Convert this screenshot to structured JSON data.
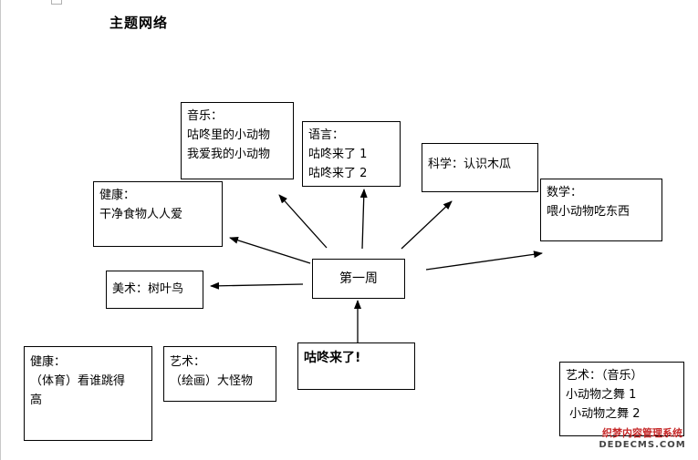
{
  "title": "主题网络",
  "center_node": "第一周",
  "theme_node": "咕咚来了!",
  "nodes": {
    "music": [
      "音乐：",
      "咕咚里的小动物",
      "我爱我的小动物"
    ],
    "language": [
      "语言：",
      "咕咚来了 1",
      "咕咚来了 2"
    ],
    "science": [
      "科学：认识木瓜"
    ],
    "health_top": [
      "健康：",
      "干净食物人人爱"
    ],
    "math": [
      "数学：",
      "喂小动物吃东西"
    ],
    "art_bird": [
      "美术：树叶鸟"
    ],
    "health_pe": [
      "健康：",
      "（体育）看谁跳得",
      "高"
    ],
    "art_painting": [
      "艺术：",
      "（绘画）大怪物"
    ],
    "art_music": [
      "艺术：（音乐）",
      "小动物之舞 1",
      " 小动物之舞 2"
    ]
  },
  "watermark": {
    "cn": "织梦内容管理系统",
    "en": "DEDECMS.COM"
  }
}
